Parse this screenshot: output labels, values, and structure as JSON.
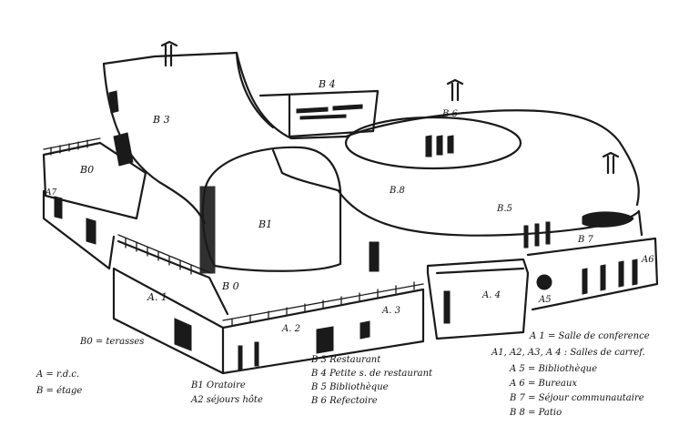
{
  "labels": {
    "b4": "B 4",
    "b3": "B 3",
    "b6": "B 6",
    "b0_left": "B0",
    "b0_bottom": "B 0",
    "b1": "B1",
    "b8": "B.8",
    "b5": "B.5",
    "b7": "B 7",
    "a1": "A. 1",
    "a2": "A. 2",
    "a3": "A. 3",
    "a4": "A. 4",
    "a5": "A5",
    "a6": "A6",
    "a7": "A7"
  },
  "legend_left": {
    "terraces": "B0 = terasses",
    "a": "A = r.d.c.",
    "b": "B = étage"
  },
  "legend_mid": [
    "B1  Oratoire",
    "A2  séjours hôte",
    "B 3  Restaurant",
    "B 4  Petite s. de restaurant",
    "B 5  Bibliothèque",
    "B 6  Refectoire"
  ],
  "legend_right": [
    "A 1 = Salle de conference",
    "A1, A2, A3, A 4 : Salles de carref.",
    "A 5 = Bibliothèque",
    "A 6 = Bureaux",
    "B 7 = Séjour communautaire",
    "B 8 = Patio"
  ]
}
